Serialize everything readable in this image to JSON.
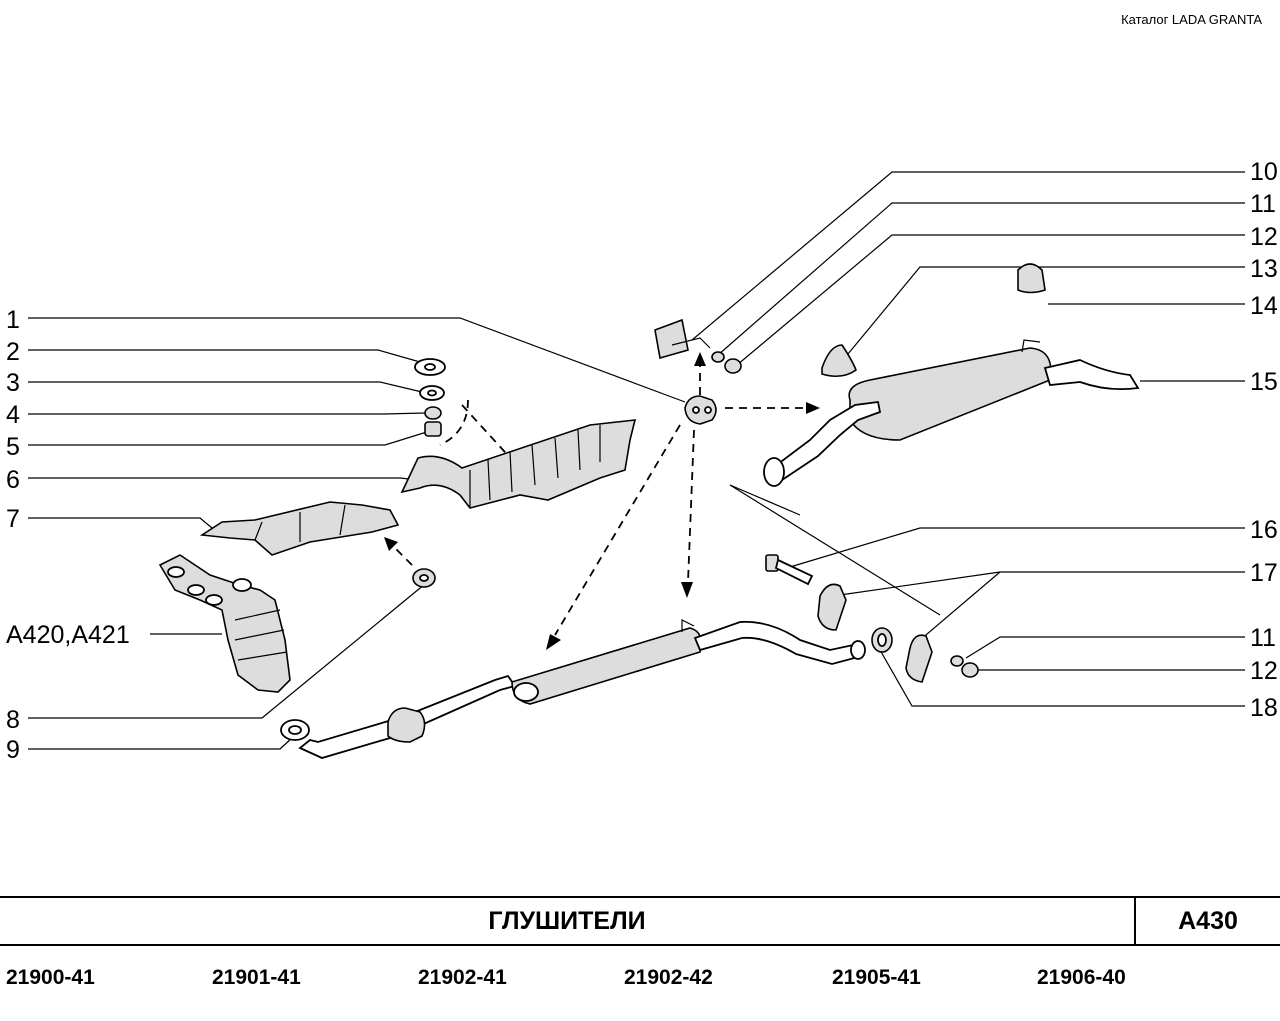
{
  "catalog": "Каталог  LADA  GRANTA",
  "labels": [
    "1",
    "2",
    "3",
    "4",
    "5",
    "6",
    "7",
    "A420,A421",
    "8",
    "9",
    "10",
    "11",
    "12",
    "13",
    "14",
    "15",
    "16",
    "17",
    "11",
    "12",
    "18"
  ],
  "title": "ГЛУШИТЕЛИ",
  "code": "A430",
  "models": [
    "21900-41",
    "21901-41",
    "21902-41",
    "21902-42",
    "21905-41",
    "21906-40"
  ]
}
